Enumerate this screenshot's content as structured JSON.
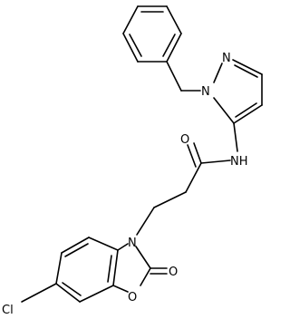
{
  "structure": {
    "atom_labels": {
      "pyrazole_n1": "N",
      "pyrazole_n2": "N",
      "amide_o": "O",
      "amide_nh": "NH",
      "benzoxazole_n": "N",
      "ring_o": "O",
      "carbonyl_o": "O",
      "chloro": "Cl"
    }
  }
}
